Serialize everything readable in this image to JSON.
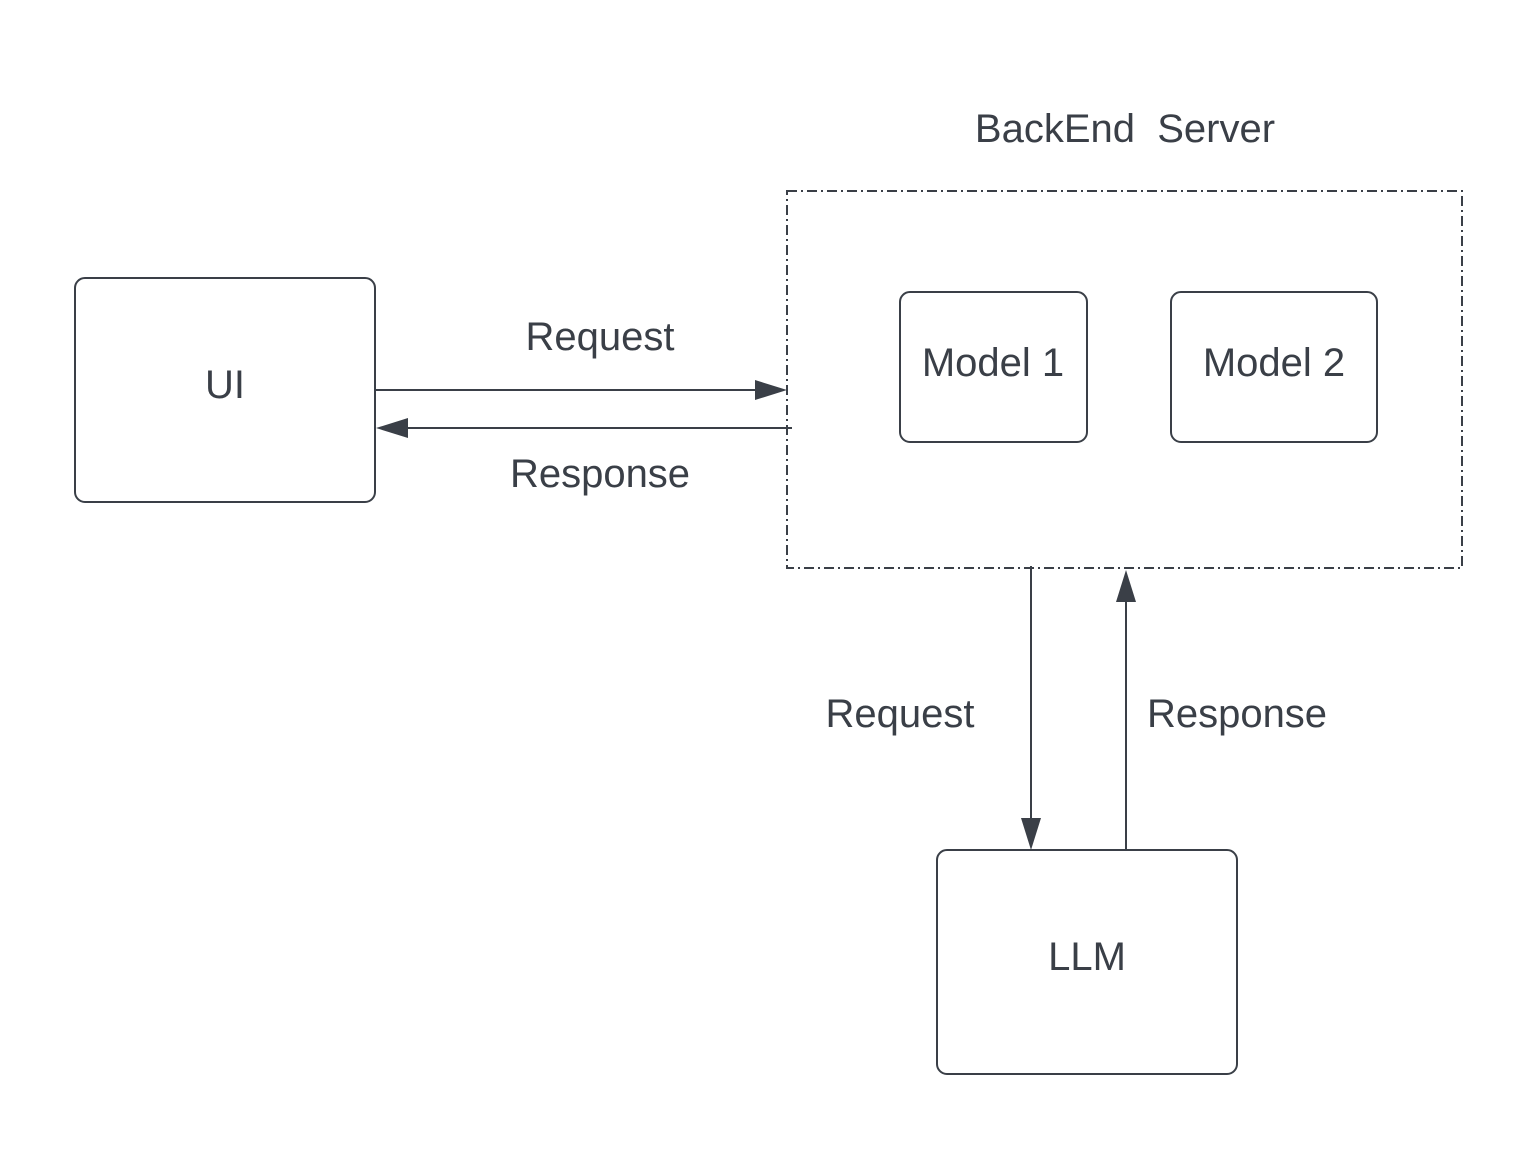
{
  "diagram": {
    "nodes": {
      "ui": {
        "label": "UI"
      },
      "backend": {
        "label": "BackEnd  Server"
      },
      "model1": {
        "label": "Model 1"
      },
      "model2": {
        "label": "Model 2"
      },
      "llm": {
        "label": "LLM"
      }
    },
    "edges": {
      "ui_to_backend": {
        "from": "ui",
        "to": "backend",
        "label": "Request"
      },
      "backend_to_ui": {
        "from": "backend",
        "to": "ui",
        "label": "Response"
      },
      "backend_to_llm": {
        "from": "backend",
        "to": "llm",
        "label": "Request"
      },
      "llm_to_backend": {
        "from": "llm",
        "to": "backend",
        "label": "Response"
      }
    }
  }
}
